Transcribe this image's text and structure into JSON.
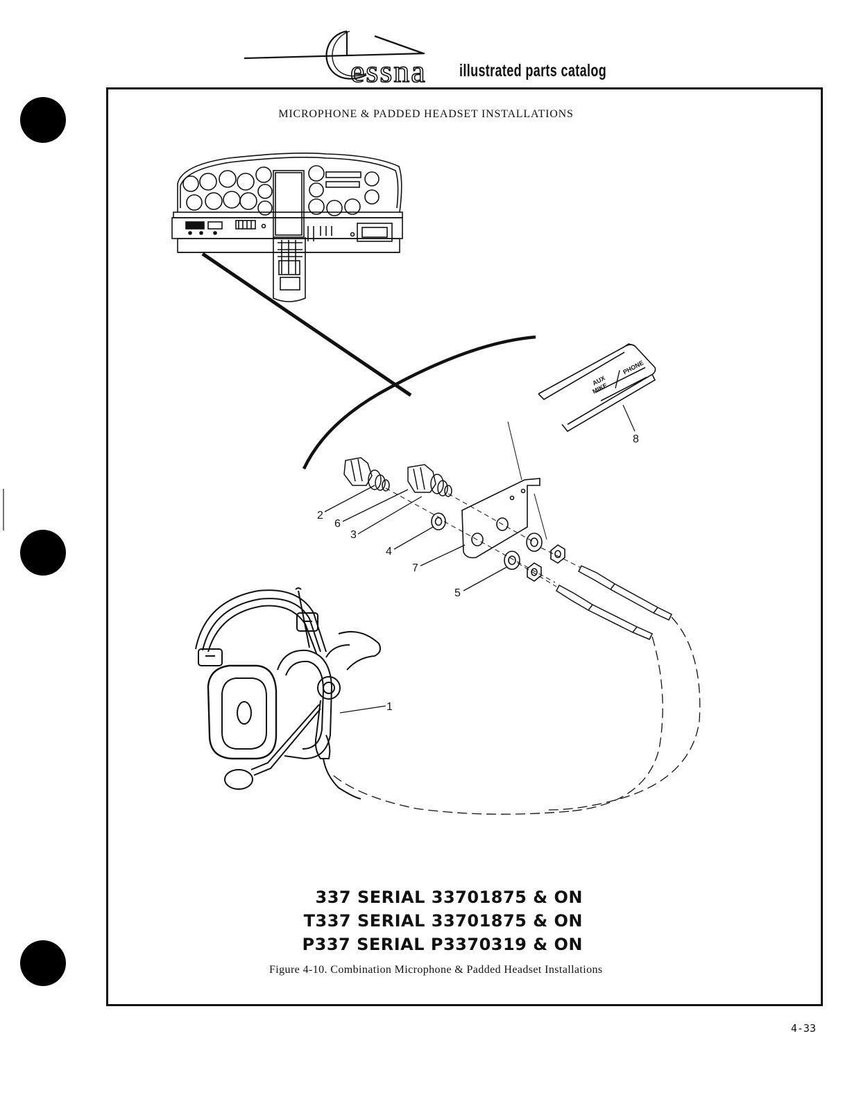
{
  "header": {
    "brand": "Cessna",
    "brand_initial": "C",
    "brand_rest": "essna",
    "catalog_tag": "illustrated parts catalog"
  },
  "figure": {
    "title": "MICROPHONE & PADDED HEADSET INSTALLATIONS",
    "callouts": [
      "1",
      "2",
      "3",
      "4",
      "5",
      "6",
      "7",
      "8"
    ],
    "jack_panel_labels": [
      "AUX",
      "MIKE",
      "PHONE"
    ],
    "serials": [
      "337 SERIAL 33701875 & ON",
      "T337 SERIAL 33701875 & ON",
      "P337 SERIAL P3370319 & ON"
    ],
    "caption": "Figure 4-10.  Combination Microphone & Padded Headset Installations"
  },
  "page_number": "4-33"
}
